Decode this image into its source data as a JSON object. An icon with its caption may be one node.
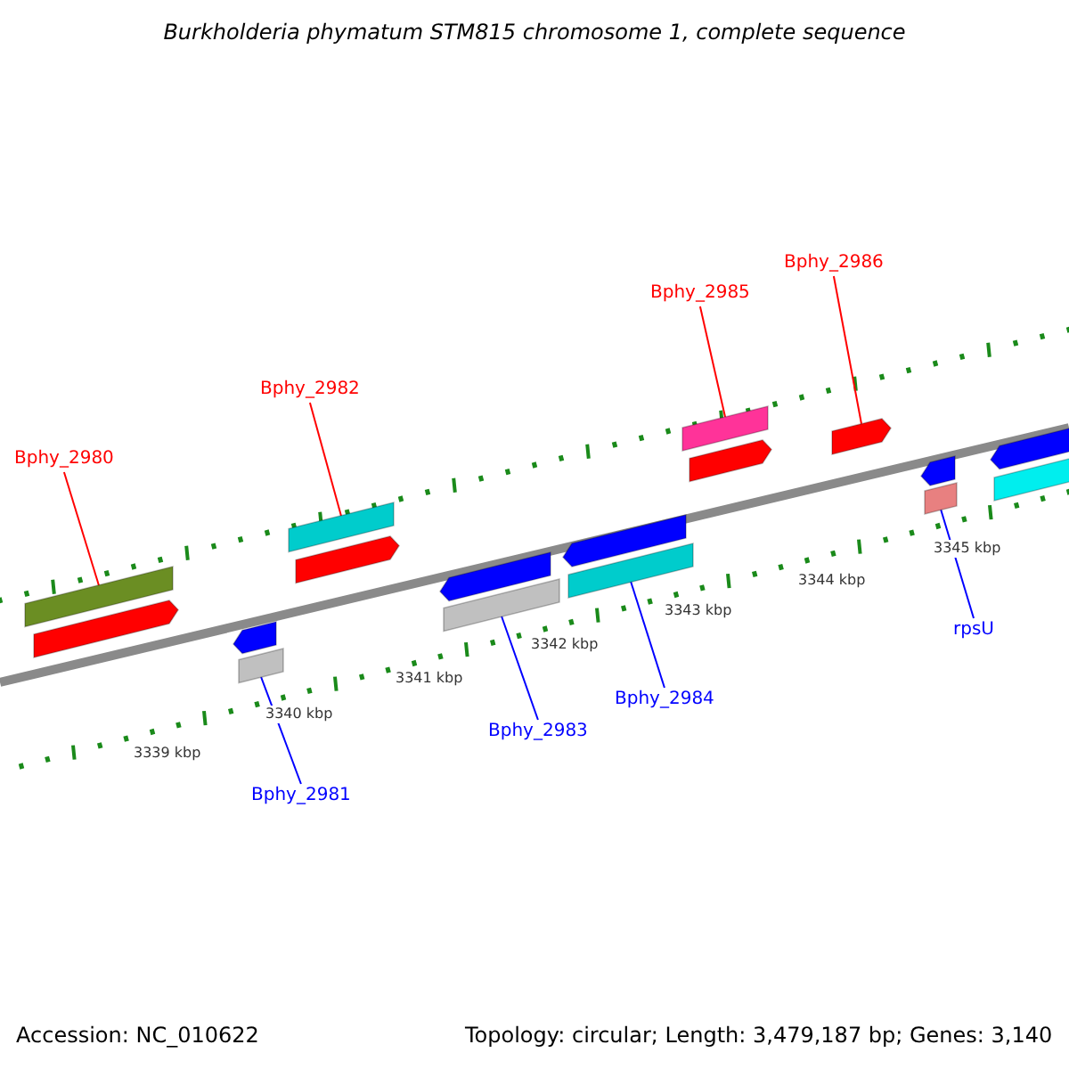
{
  "diagram": {
    "title": "Burkholderia phymatum STM815 chromosome 1, complete sequence",
    "nodes": [
      {
        "text": [
          "Bphy_2986"
        ]
      },
      {
        "text": [
          "Bphy_2985"
        ]
      },
      {
        "text": [
          "Bphy_2982"
        ]
      },
      {
        "text": [
          "Bphy_2980"
        ]
      },
      {
        "text": [
          "rpsU"
        ]
      },
      {
        "text": [
          "Bphy_2984"
        ]
      },
      {
        "text": [
          "Bphy_2983"
        ]
      },
      {
        "text": [
          "Bphy_2981"
        ]
      },
      {
        "text": [],
        "shape": "bar"
      },
      {
        "text": [],
        "shape": "arrow"
      },
      {
        "text": [],
        "shape": "arrow"
      },
      {
        "text": [],
        "shape": "bar"
      },
      {
        "text": [],
        "shape": "bar"
      },
      {
        "text": [],
        "shape": "arrow"
      },
      {
        "text": [],
        "shape": "arrow"
      },
      {
        "text": [],
        "shape": "bar"
      },
      {
        "text": [],
        "shape": "arrow"
      },
      {
        "text": [],
        "shape": "bar"
      },
      {
        "text": [],
        "shape": "bar"
      },
      {
        "text": [],
        "shape": "arrow"
      },
      {
        "text": [],
        "shape": "arrow"
      },
      {
        "text": [],
        "shape": "arrow"
      },
      {
        "text": [],
        "shape": "bar"
      },
      {
        "text": [],
        "shape": "arrow"
      },
      {
        "text": [],
        "shape": "bar"
      }
    ],
    "edges": [
      {
        "from": 0,
        "to": 20,
        "arrow": "none",
        "color": "#ff0000"
      },
      {
        "from": 1,
        "to": 18,
        "arrow": "none",
        "color": "#ff0000"
      },
      {
        "from": 2,
        "to": 12,
        "arrow": "none",
        "color": "#ff0000"
      },
      {
        "from": 3,
        "to": 8,
        "arrow": "none",
        "color": "#ff0000"
      },
      {
        "from": 4,
        "to": 22,
        "arrow": "none",
        "color": "#0000ff"
      },
      {
        "from": 5,
        "to": 17,
        "arrow": "none",
        "color": "#0000ff"
      },
      {
        "from": 6,
        "to": 15,
        "arrow": "none",
        "color": "#0000ff"
      },
      {
        "from": 7,
        "to": 11,
        "arrow": "none",
        "color": "#0000ff"
      }
    ],
    "labels": [
      "3345 kbp",
      "3344 kbp",
      "3343 kbp",
      "3342 kbp",
      "3341 kbp",
      "3340 kbp",
      "3339 kbp",
      "Accession: NC_010622",
      "Topology: circular; Length: 3,479,187 bp; Genes: 3,140"
    ]
  }
}
